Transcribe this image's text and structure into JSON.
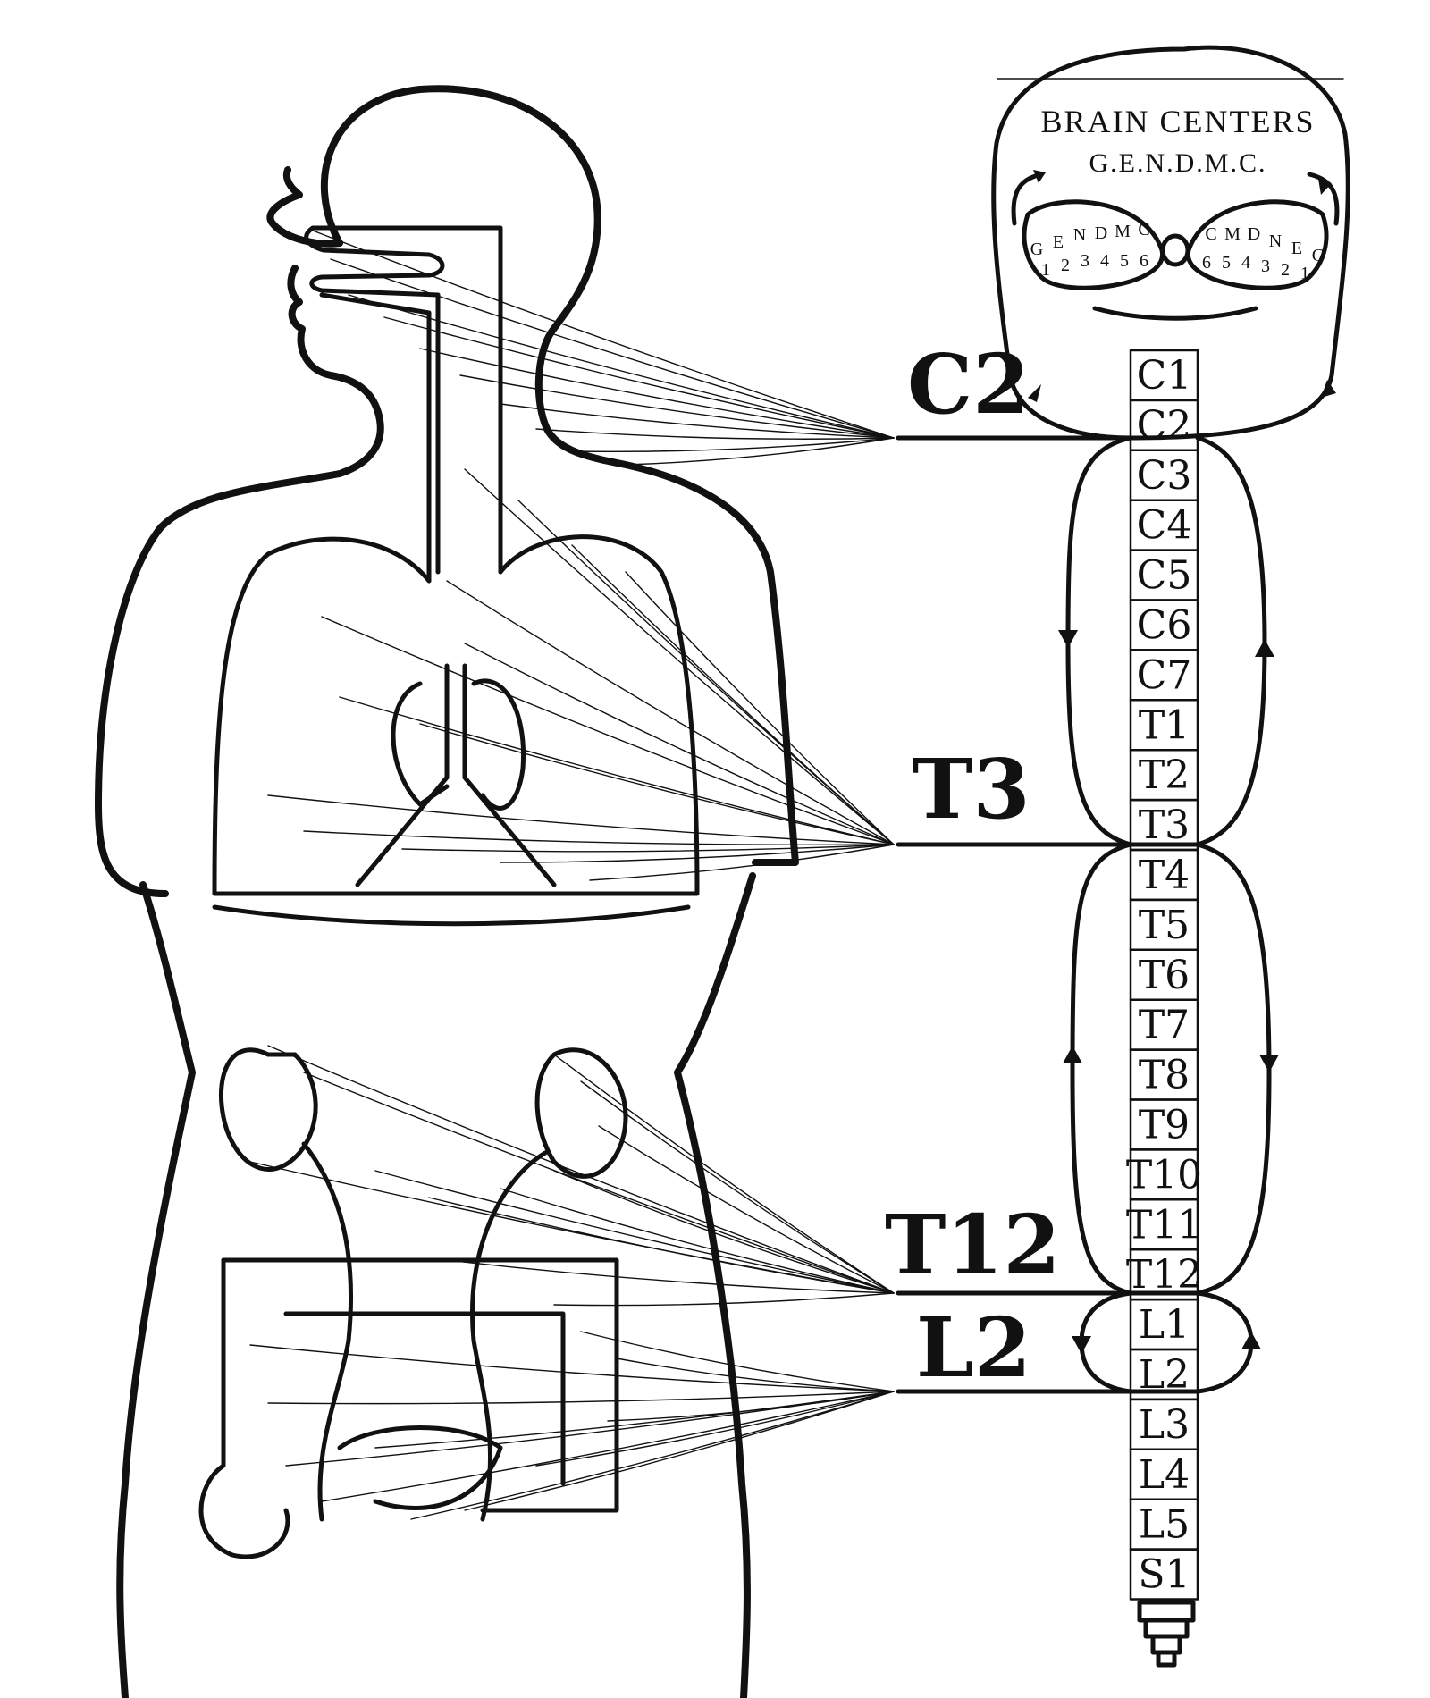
{
  "brain": {
    "title": "BRAIN CENTERS",
    "subtitle": "G.E.N.D.M.C.",
    "left_letters": [
      "G",
      "E",
      "N",
      "D",
      "M",
      "C"
    ],
    "left_numbers": [
      "1",
      "2",
      "3",
      "4",
      "5",
      "6"
    ],
    "right_letters": [
      "C",
      "M",
      "D",
      "N",
      "E",
      "G"
    ],
    "right_numbers": [
      "6",
      "5",
      "4",
      "3",
      "2",
      "1"
    ]
  },
  "vertebrae": [
    "C1",
    "C2",
    "C3",
    "C4",
    "C5",
    "C6",
    "C7",
    "T1",
    "T2",
    "T3",
    "T4",
    "T5",
    "T6",
    "T7",
    "T8",
    "T9",
    "T10",
    "T11",
    "T12",
    "L1",
    "L2",
    "L3",
    "L4",
    "L5",
    "S1"
  ],
  "levels": [
    {
      "label": "C2"
    },
    {
      "label": "T3"
    },
    {
      "label": "T12"
    },
    {
      "label": "L2"
    }
  ]
}
